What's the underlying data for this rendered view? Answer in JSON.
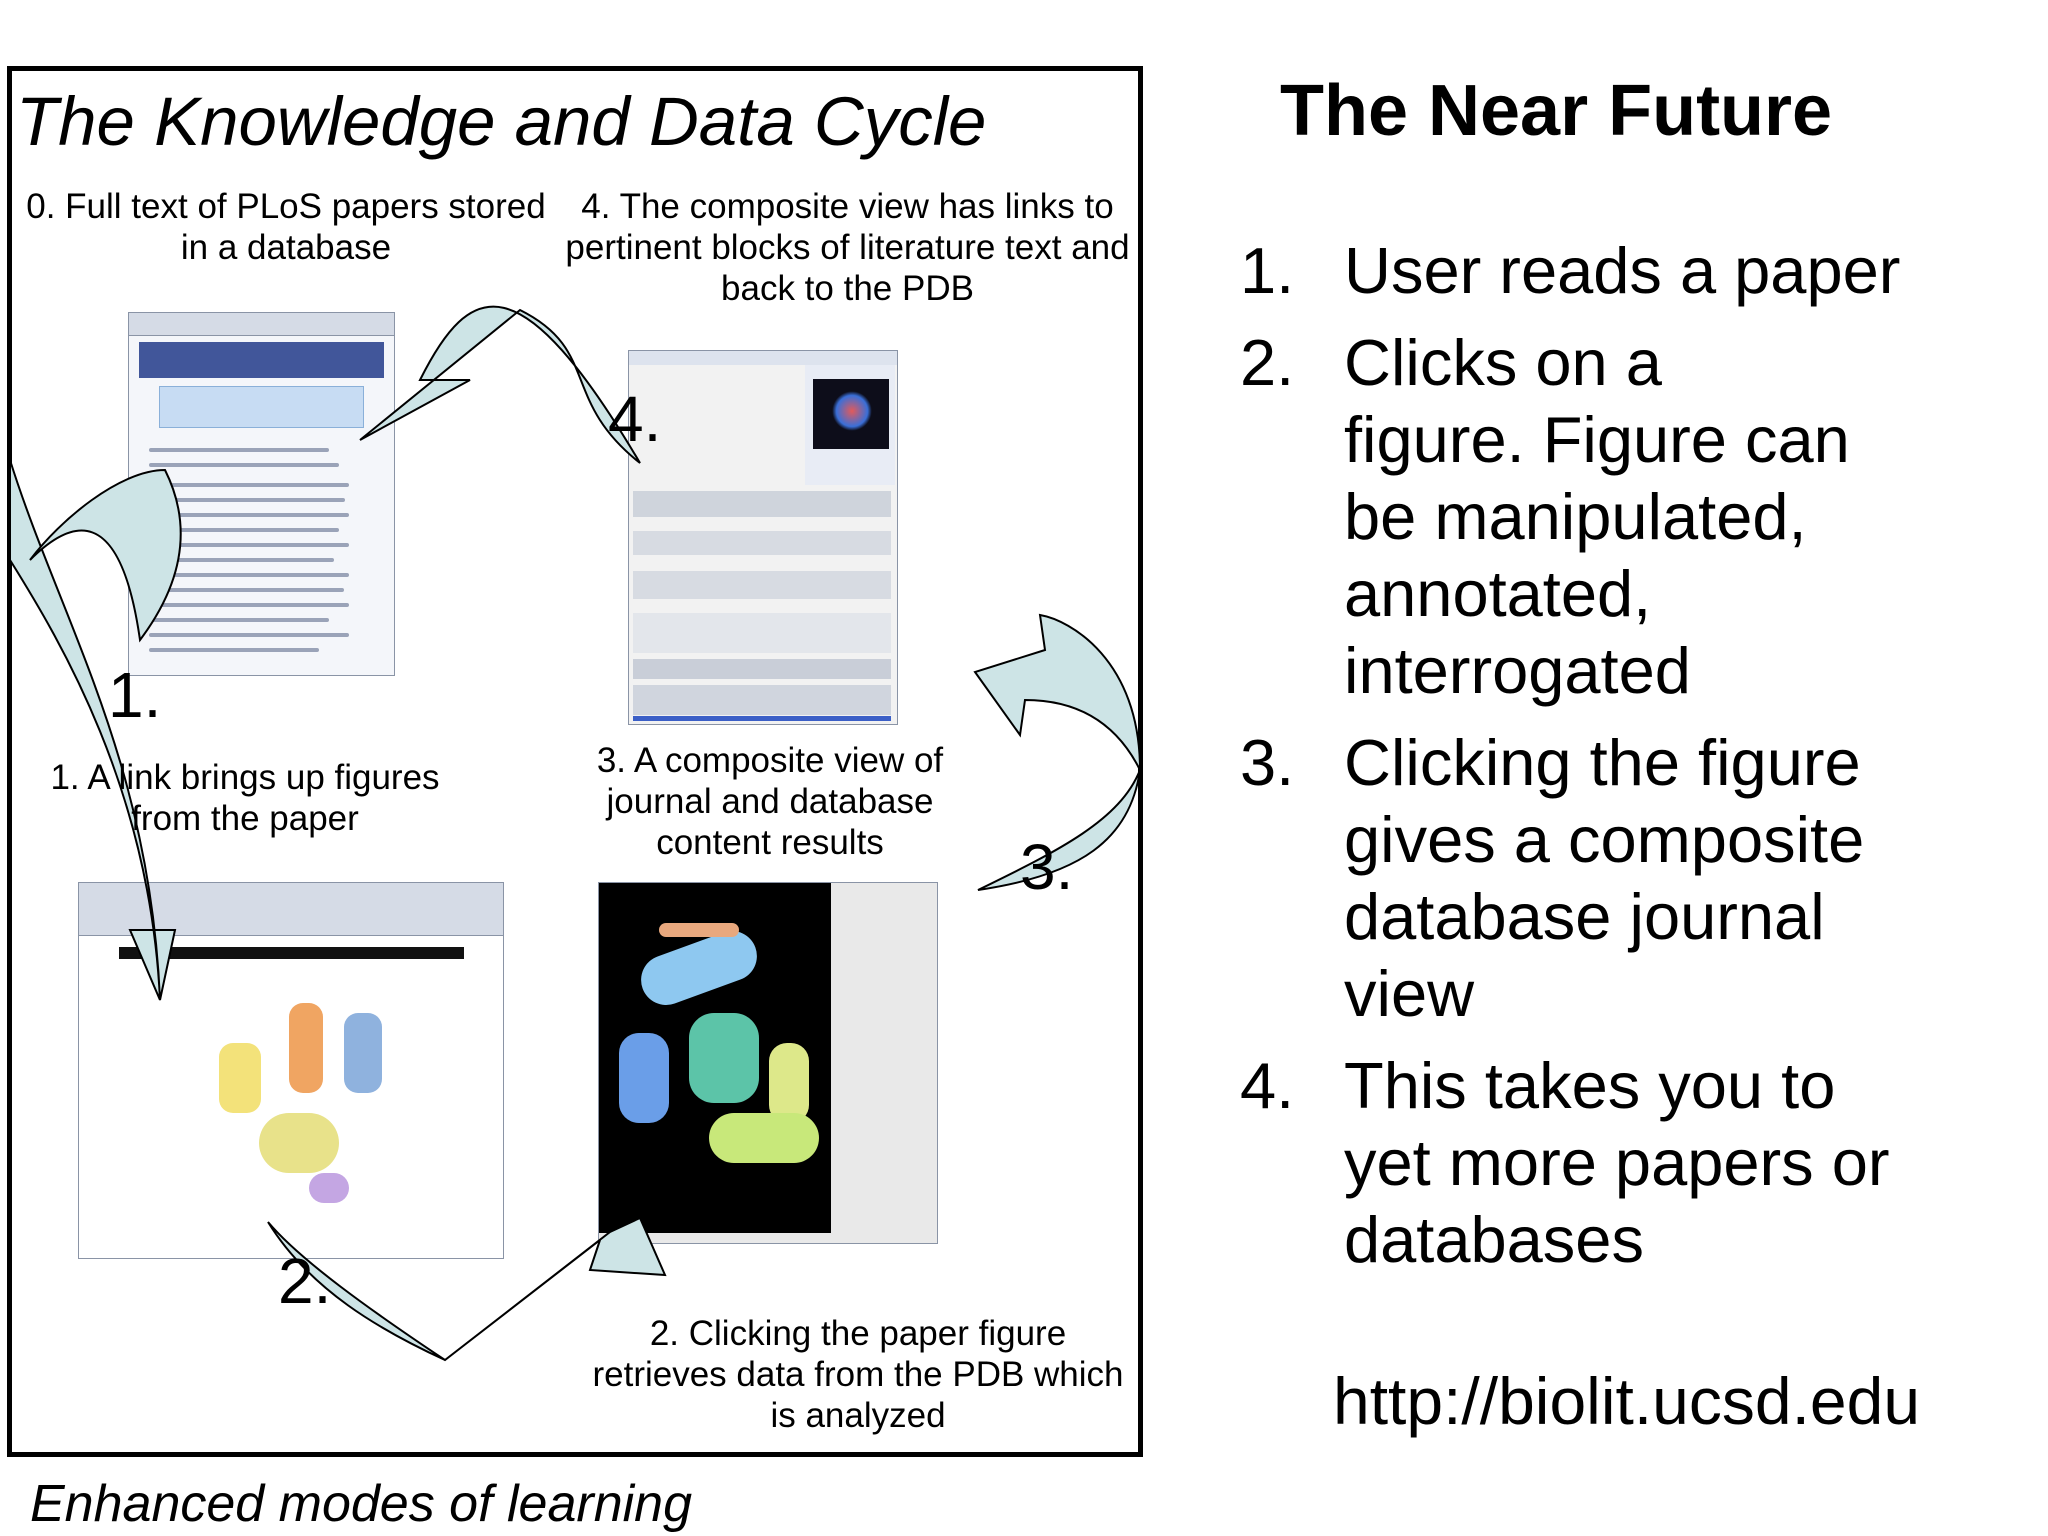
{
  "left_panel": {
    "title": "The Knowledge and Data Cycle",
    "steps": {
      "step0": "0. Full text of PLoS papers stored in a database",
      "step1": "1. A link brings up figures from the paper",
      "step2": "2. Clicking the paper figure retrieves data from the PDB which is analyzed",
      "step3": "3. A composite view of journal and database content results",
      "step4": "4. The composite view has links to pertinent blocks of literature text and back to the PDB"
    },
    "numbers": {
      "n1": "1.",
      "n2": "2.",
      "n3": "3.",
      "n4": "4."
    },
    "caption": "Enhanced modes of learning",
    "arrow_color": "#cde4e6"
  },
  "right_panel": {
    "title": "The Near Future",
    "items": [
      {
        "n": "1.",
        "text": "User reads a paper"
      },
      {
        "n": "2.",
        "text": "Clicks on a figure. Figure can be manipulated, annotated, interrogated"
      },
      {
        "n": "3.",
        "text": "Clicking the figure gives a composite database journal view"
      },
      {
        "n": "4.",
        "text": "This takes you to yet more papers or databases"
      }
    ],
    "url": "http://biolit.ucsd.edu"
  }
}
